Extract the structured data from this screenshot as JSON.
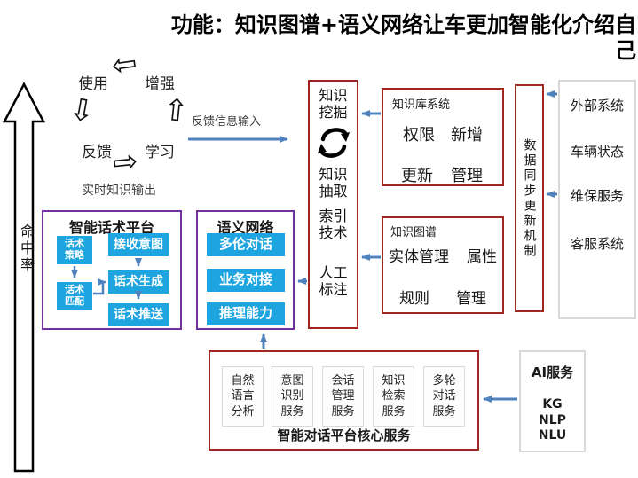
{
  "title": "功能：知识图谱+语义网络让车更加智能化介绍自己",
  "colors": {
    "cyan": "#1ea5e0",
    "purple": "#7030a0",
    "darkred": "#a02820",
    "arrow-blue": "#4f81bd",
    "gray-border": "#d9d9d9",
    "text": "#1b1b1b"
  },
  "hit_rate": {
    "label": "命中率"
  },
  "cycle": {
    "use": "使用",
    "enhance": "增强",
    "feedback": "反馈",
    "learn": "学习",
    "arrows": {
      "top": "⇦",
      "left": "⇩",
      "bottom": "⇨",
      "right": "⇧"
    },
    "input_label": "反馈信息输入",
    "output_label": "实时知识输出"
  },
  "script_platform": {
    "title": "智能话术平台",
    "strategy": "话术\n策略",
    "match": "话术\n匹配",
    "receive_intent": "接收意图",
    "generate": "话术生成",
    "push": "话术推送"
  },
  "semantic_network": {
    "title": "语义网络",
    "multi_turn": "多伦对话",
    "business": "业务对接",
    "reasoning": "推理能力"
  },
  "mining_column": {
    "mining": "知识\n挖掘",
    "extract": "知识\n抽取",
    "index": "索引\n技术",
    "annotate": "人工\n标注"
  },
  "kb_system": {
    "title": "知识库系统",
    "r1c1": "权限",
    "r1c2": "新增",
    "r2c1": "更新",
    "r2c2": "管理"
  },
  "knowledge_graph": {
    "title": "知识图谱",
    "r1c1": "实体管理",
    "r1c2": "属性",
    "r2c1": "规则",
    "r2c2": "管理"
  },
  "data_sync": {
    "label": "数据同步更新机制"
  },
  "external": {
    "title": "外部系统",
    "items": [
      "车辆状态",
      "维保服务",
      "客服系统"
    ]
  },
  "core_services": {
    "caption": "智能对话平台核心服务",
    "services": [
      "自然\n语言\n分析",
      "意图\n识别\n服务",
      "会话\n管理\n服务",
      "知识\n检索\n服务",
      "多轮\n对话\n服务"
    ]
  },
  "ai_service": {
    "title": "AI服务",
    "lines": "KG\nNLP\nNLU"
  }
}
